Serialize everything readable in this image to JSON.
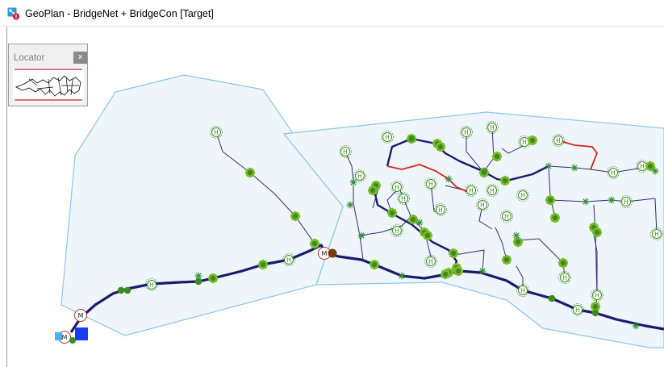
{
  "window": {
    "title": "GeoPlan - BridgeNet + BridgeCon [Target]"
  },
  "locator": {
    "title": "Locator",
    "close_label": "x"
  },
  "map": {
    "colors": {
      "region_fill": "#eef6fb",
      "region_stroke": "#8cc6e4",
      "trunk_line": "#1a1a6e",
      "branch_line": "#2e2e6e",
      "highlight_line": "#d0261c",
      "node_green": "#7dba2c",
      "node_dark": "#3d8a1f",
      "junction_star": "#2e8a2e",
      "hydrant_fill": "#ffffff",
      "hydrant_stroke": "#3d8a1f",
      "meter_stroke": "#b03030",
      "source_square": "#1a3cf0",
      "source_light": "#4ab0e8",
      "valve_brown": "#7a3a10"
    },
    "hydrant_label": "H",
    "meter_label": "M"
  },
  "icons": {
    "app_icon": "geoplan-app-icon",
    "close_icon": "close-icon"
  }
}
